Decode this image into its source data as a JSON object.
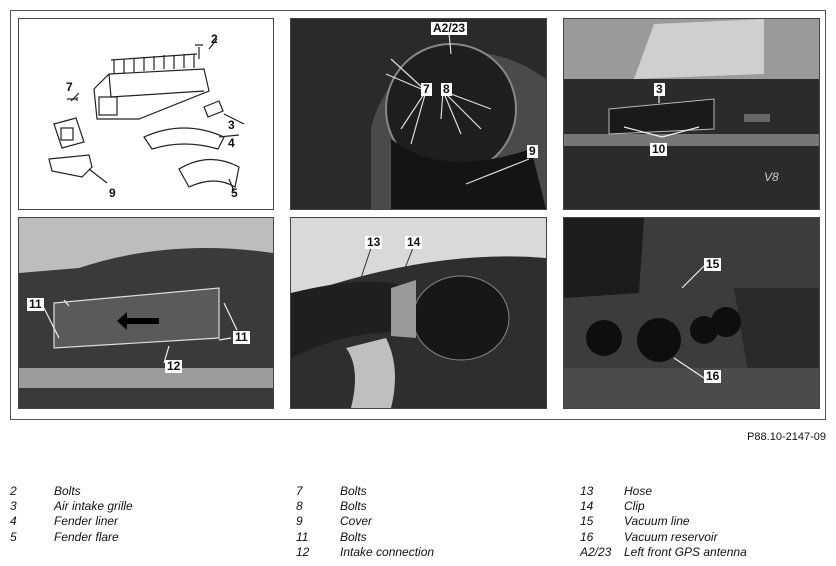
{
  "figure_id": "P88.10-2147-09",
  "callouts": {
    "p1_2": "2",
    "p1_7": "7",
    "p1_3": "3",
    "p1_4": "4",
    "p1_9": "9",
    "p1_5": "5",
    "p2_a": "A2/23",
    "p2_7": "7",
    "p2_8": "8",
    "p2_9": "9",
    "p3_3": "3",
    "p3_10": "10",
    "p3_badge": "V8",
    "p4_11a": "11",
    "p4_11b": "11",
    "p4_12": "12",
    "p5_13": "13",
    "p5_14": "14",
    "p6_15": "15",
    "p6_16": "16"
  },
  "legend": [
    [
      {
        "num": "2",
        "label": "Bolts"
      },
      {
        "num": "3",
        "label": "Air intake grille"
      },
      {
        "num": "4",
        "label": "Fender liner"
      },
      {
        "num": "5",
        "label": "Fender flare"
      }
    ],
    [
      {
        "num": "7",
        "label": "Bolts"
      },
      {
        "num": "8",
        "label": "Bolts"
      },
      {
        "num": "9",
        "label": "Cover"
      },
      {
        "num": "11",
        "label": "Bolts"
      },
      {
        "num": "12",
        "label": "Intake connection"
      }
    ],
    [
      {
        "num": "13",
        "label": "Hose"
      },
      {
        "num": "14",
        "label": "Clip"
      },
      {
        "num": "15",
        "label": "Vacuum line"
      },
      {
        "num": "16",
        "label": "Vacuum reservoir"
      },
      {
        "num": "A2/23",
        "label": "Left front GPS antenna"
      }
    ]
  ]
}
